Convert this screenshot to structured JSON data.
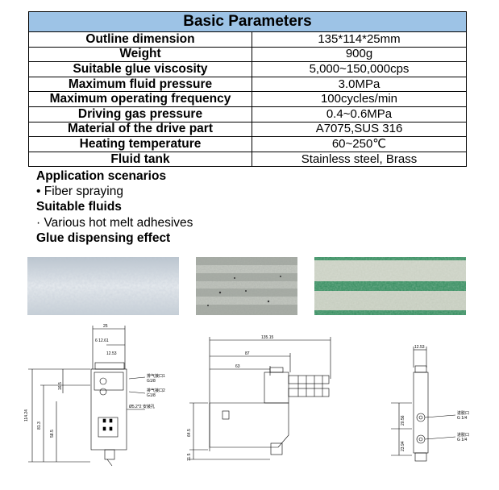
{
  "table": {
    "title": "Basic Parameters",
    "rows": [
      {
        "key": "Outline dimension",
        "value": "135*114*25mm"
      },
      {
        "key": "Weight",
        "value": "900g"
      },
      {
        "key": "Suitable glue viscosity",
        "value": "5,000~150,000cps"
      },
      {
        "key": "Maximum fluid pressure",
        "value": "3.0MPa"
      },
      {
        "key": "Maximum operating frequency",
        "value": "100cycles/min"
      },
      {
        "key": "Driving gas pressure",
        "value": "0.4~0.6MPa"
      },
      {
        "key": "Material of the drive part",
        "value": "A7075,SUS 316"
      },
      {
        "key": "Heating temperature",
        "value": "60~250℃"
      },
      {
        "key": "Fluid tank",
        "value": "Stainless steel, Brass"
      }
    ]
  },
  "application": {
    "heading": "Application scenarios",
    "item": "• Fiber spraying"
  },
  "fluids": {
    "heading": "Suitable fluids",
    "item": "· Various hot melt adhesives"
  },
  "effect": {
    "heading": "Glue dispensing effect"
  },
  "drawing_labels": {
    "front": {
      "w25": "25",
      "w6_12": "6 12.61",
      "w12_53": "12.53",
      "h114": "114.24",
      "h81": "81.3",
      "h58": "58.5",
      "h16": "16.5",
      "port1a": "排气接口1",
      "port1b": "G1/8",
      "port2a": "排气接口2",
      "port2b": "G1/8",
      "hole": "Ø5.2*2 安装孔"
    },
    "side": {
      "w135": "135.15",
      "w87": "87",
      "w63": "63",
      "h64": "64.5",
      "h11": "11.5"
    },
    "rear": {
      "w12": "12.53",
      "h20": "20.56",
      "h23": "23.94",
      "p1a": "进胶口",
      "p1b": "G 1/4",
      "p2a": "进胶口",
      "p2b": "G 1/4"
    }
  }
}
